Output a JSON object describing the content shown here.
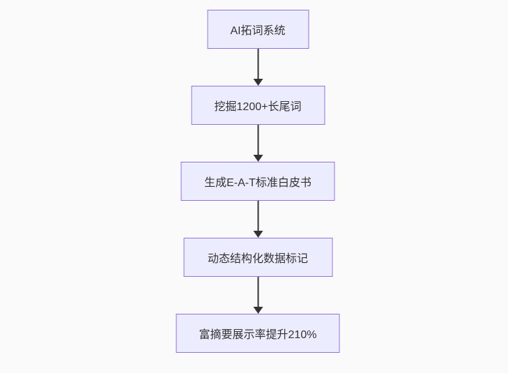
{
  "flowchart": {
    "type": "vertical-flowchart",
    "background_color": "#fafafa",
    "node_fill_color": "#ececff",
    "node_border_color": "#9370db",
    "node_text_color": "#333333",
    "arrow_color": "#333333",
    "nodes": [
      {
        "id": "node-1",
        "label": "AI拓词系统"
      },
      {
        "id": "node-2",
        "label": "挖掘1200+长尾词"
      },
      {
        "id": "node-3",
        "label": "生成E-A-T标准白皮书"
      },
      {
        "id": "node-4",
        "label": "动态结构化数据标记"
      },
      {
        "id": "node-5",
        "label": "富摘要展示率提升210%"
      }
    ],
    "edges": [
      {
        "from": "node-1",
        "to": "node-2",
        "style": "arrow-down"
      },
      {
        "from": "node-2",
        "to": "node-3",
        "style": "arrow-down"
      },
      {
        "from": "node-3",
        "to": "node-4",
        "style": "arrow-down"
      },
      {
        "from": "node-4",
        "to": "node-5",
        "style": "arrow-down"
      }
    ]
  }
}
